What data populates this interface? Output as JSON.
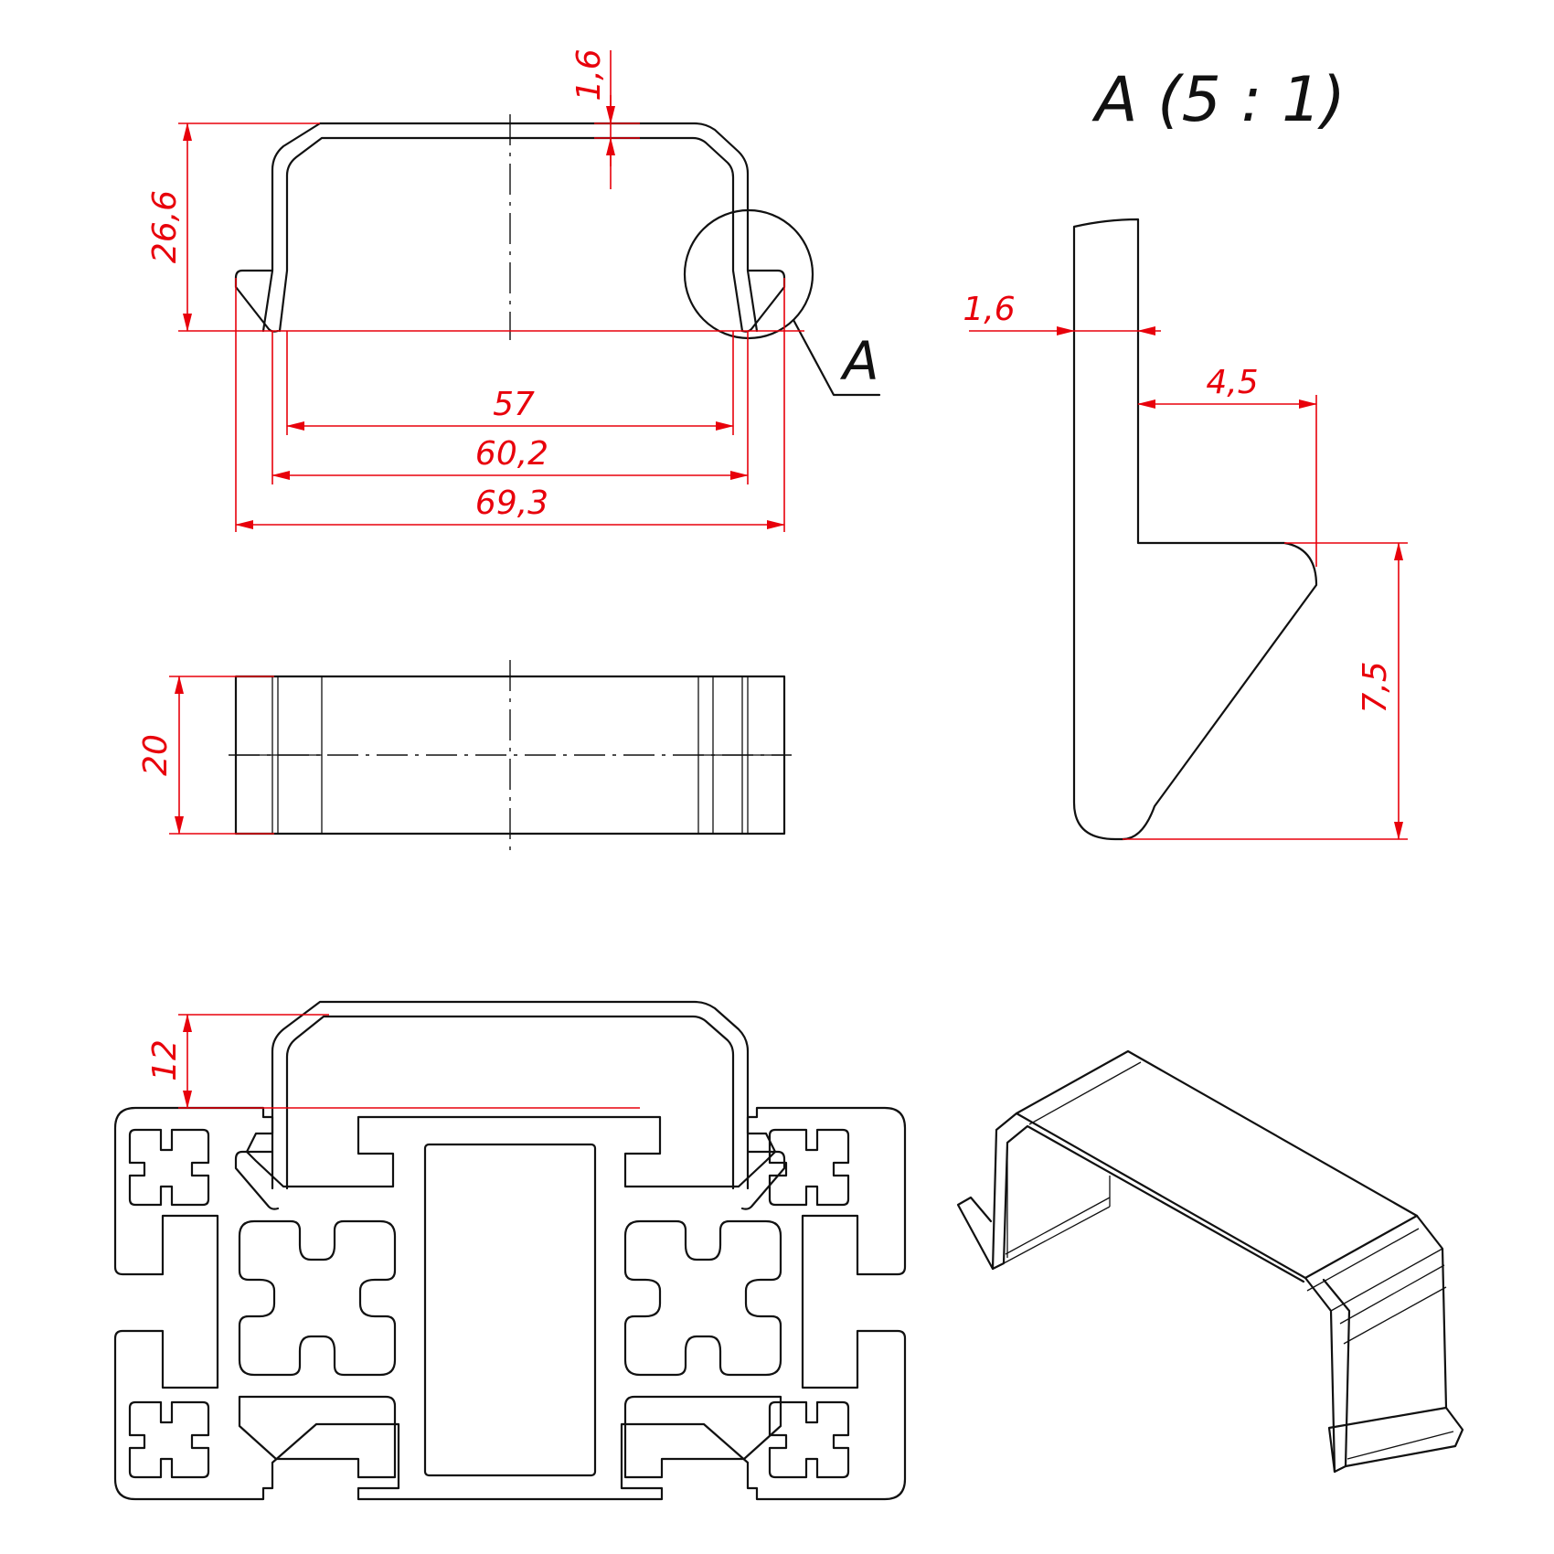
{
  "dimensions": {
    "wall_thickness": "1,6",
    "height": "26,6",
    "inner_width": "57",
    "outer_width": "60,2",
    "overall_width": "69,3",
    "depth": "20",
    "installed_height": "12",
    "detail_thickness": "1,6",
    "detail_hook_width": "4,5",
    "detail_hook_height": "7,5"
  },
  "labels": {
    "detail_marker": "A",
    "detail_title": "A (5 : 1)"
  },
  "colors": {
    "object_lines": "#111111",
    "dimension_lines": "#e8000b",
    "background": "#ffffff"
  }
}
